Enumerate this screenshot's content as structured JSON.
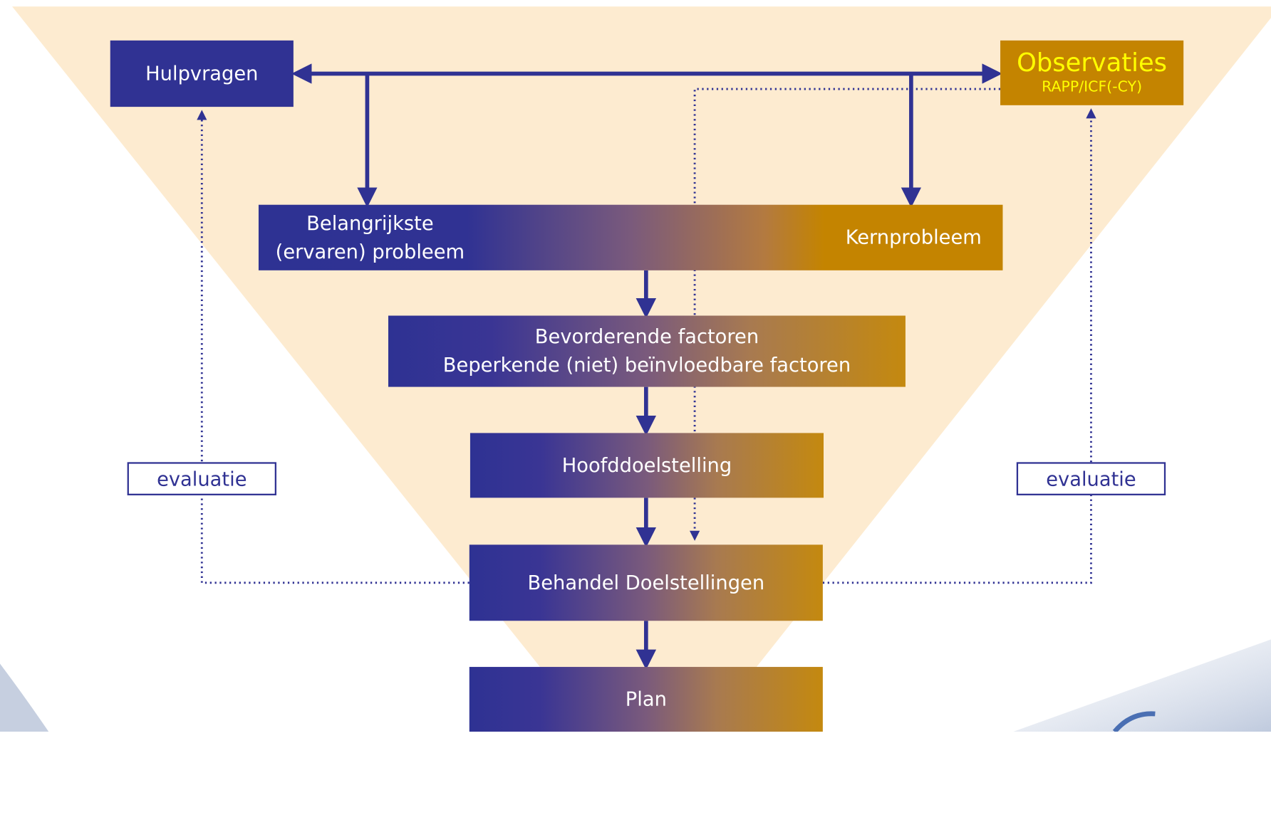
{
  "nodes": {
    "hulpvragen": "Hulpvragen",
    "observaties": {
      "title": "Observaties",
      "subtitle": "RAPP/ICF(-CY)"
    },
    "belangrijkste": {
      "line1": "Belangrijkste",
      "line2": "(ervaren) probleem"
    },
    "kernprobleem": "Kernprobleem",
    "factoren": {
      "line1": "Bevorderende factoren",
      "line2": "Beperkende (niet) beïnvloedbare factoren"
    },
    "hoofddoelstelling": "Hoofddoelstelling",
    "behandel_doelstellingen": "Behandel Doelstellingen",
    "plan": "Plan"
  },
  "evaluations": {
    "left": "evaluatie",
    "right": "evaluatie"
  },
  "colors": {
    "navy": "#303293",
    "gold": "#c48400",
    "observaties_text": "#ffff00",
    "funnel": "#fdebd0"
  }
}
